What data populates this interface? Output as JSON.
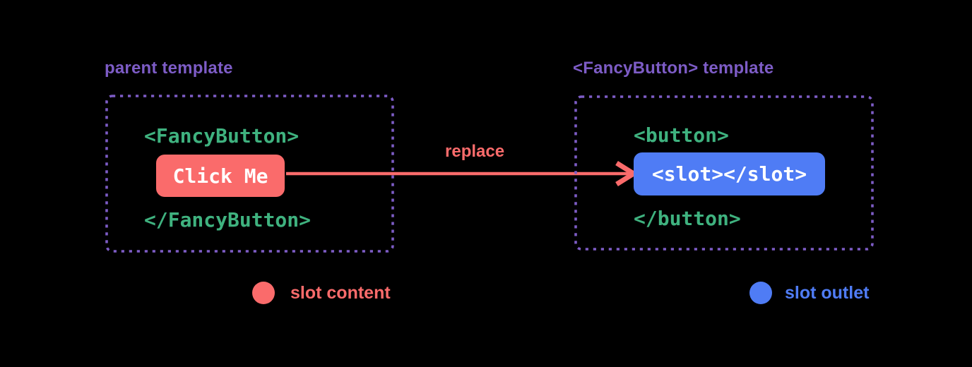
{
  "colors": {
    "background": "#000000",
    "purple": "#7d5cc6",
    "green": "#3fb27f",
    "red": "#fa6b6b",
    "blue": "#4f7cf5",
    "white": "#ffffff"
  },
  "left_panel": {
    "title": "parent template",
    "open_tag": "<FancyButton>",
    "button_label": "Click Me",
    "close_tag": "</FancyButton>"
  },
  "arrow": {
    "label": "replace"
  },
  "right_panel": {
    "title": "<FancyButton> template",
    "open_tag": "<button>",
    "slot_label": "<slot></slot>",
    "close_tag": "</button>"
  },
  "legend": {
    "slot_content_label": "slot content",
    "slot_outlet_label": "slot outlet"
  }
}
